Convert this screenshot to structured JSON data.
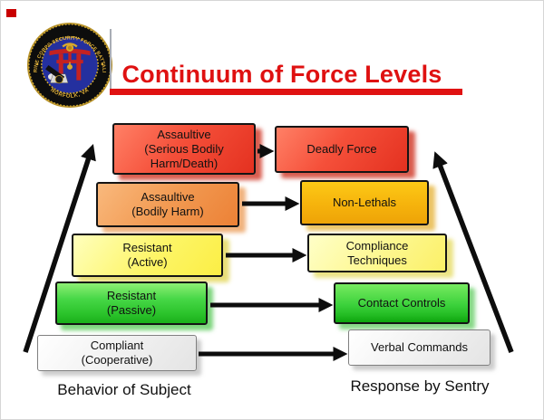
{
  "slide": {
    "title": "Continuum of Force Levels",
    "footer_left": "Behavior of Subject",
    "footer_right": "Response by Sentry"
  },
  "seal": {
    "name": "marine-corps-security-force-battalion-seal",
    "ring_text_top": "MARINE CORPS SECURITY FORCE BATTALION",
    "ring_text_bottom": "NORFOLK, VA"
  },
  "levels": [
    {
      "level_name": "deadly-force",
      "behavior": {
        "lines": [
          "Assaultive",
          "(Serious Bodily",
          "Harm/Death)"
        ],
        "color": "#f5503a"
      },
      "response": {
        "lines": [
          "Deadly Force"
        ],
        "color": "#f5503a"
      }
    },
    {
      "level_name": "non-lethals",
      "behavior": {
        "lines": [
          "Assaultive",
          "(Bodily Harm)"
        ],
        "color": "#f29a52"
      },
      "response": {
        "lines": [
          "Non-Lethals"
        ],
        "color": "#f6b30c"
      }
    },
    {
      "level_name": "compliance-techniques",
      "behavior": {
        "lines": [
          "Resistant",
          "(Active)"
        ],
        "color": "#fdf567"
      },
      "response": {
        "lines": [
          "Compliance",
          "Techniques"
        ],
        "color": "#fdf78f"
      }
    },
    {
      "level_name": "contact-controls",
      "behavior": {
        "lines": [
          "Resistant",
          "(Passive)"
        ],
        "color": "#2cc42c"
      },
      "response": {
        "lines": [
          "Contact Controls"
        ],
        "color": "#3bd13b"
      }
    },
    {
      "level_name": "verbal-commands",
      "behavior": {
        "lines": [
          "Compliant",
          "(Cooperative)"
        ],
        "color": "#eeeeee"
      },
      "response": {
        "lines": [
          "Verbal Commands"
        ],
        "color": "#eeeeee"
      }
    }
  ],
  "theme": {
    "title_color": "#df1111",
    "underline_color": "#e01212",
    "arrow_color": "#0d0d0d",
    "corner_accent_color": "#c90000",
    "text_color": "#111111"
  }
}
